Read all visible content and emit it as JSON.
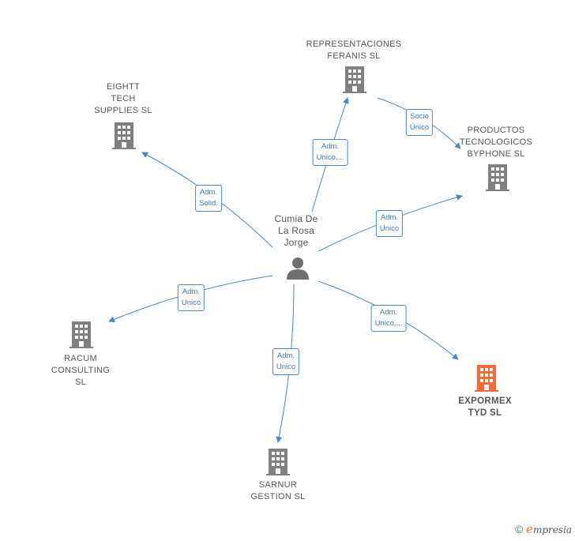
{
  "center": {
    "label": "Cumia De\nLa Rosa\nJorge"
  },
  "nodes": [
    {
      "id": "representaciones",
      "label": "REPRESENTACIONES\nFERANIS SL"
    },
    {
      "id": "eightt",
      "label": "EIGHTT\nTECH\nSUPPLIES  SL"
    },
    {
      "id": "productos",
      "label": "PRODUCTOS\nTECNOLOGICOS\nBYPHONE  SL"
    },
    {
      "id": "racum",
      "label": "RACUM\nCONSULTING\nSL"
    },
    {
      "id": "sarnur",
      "label": "SARNUR\nGESTION SL"
    },
    {
      "id": "expormex",
      "label": "EXPORMEX\nTYD  SL",
      "highlight": true
    }
  ],
  "edges": [
    {
      "id": "e-representaciones",
      "label": "Adm.\nUnico,..."
    },
    {
      "id": "e-eightt",
      "label": "Adm.\nSolid."
    },
    {
      "id": "e-productos",
      "label": "Adm.\nUnico"
    },
    {
      "id": "e-racum",
      "label": "Adm.\nUnico"
    },
    {
      "id": "e-sarnur",
      "label": "Adm.\nUnico"
    },
    {
      "id": "e-expormex",
      "label": "Adm.\nUnico,..."
    },
    {
      "id": "e-socio",
      "label": "Socio\nÚnico"
    }
  ],
  "colors": {
    "edge": "#4a86c8",
    "building": "#808080",
    "building_highlight": "#f26b3a",
    "person": "#6f6f6f"
  },
  "footer": {
    "copyright": "©",
    "brand_initial": "e",
    "brand_rest": "mpresia"
  }
}
